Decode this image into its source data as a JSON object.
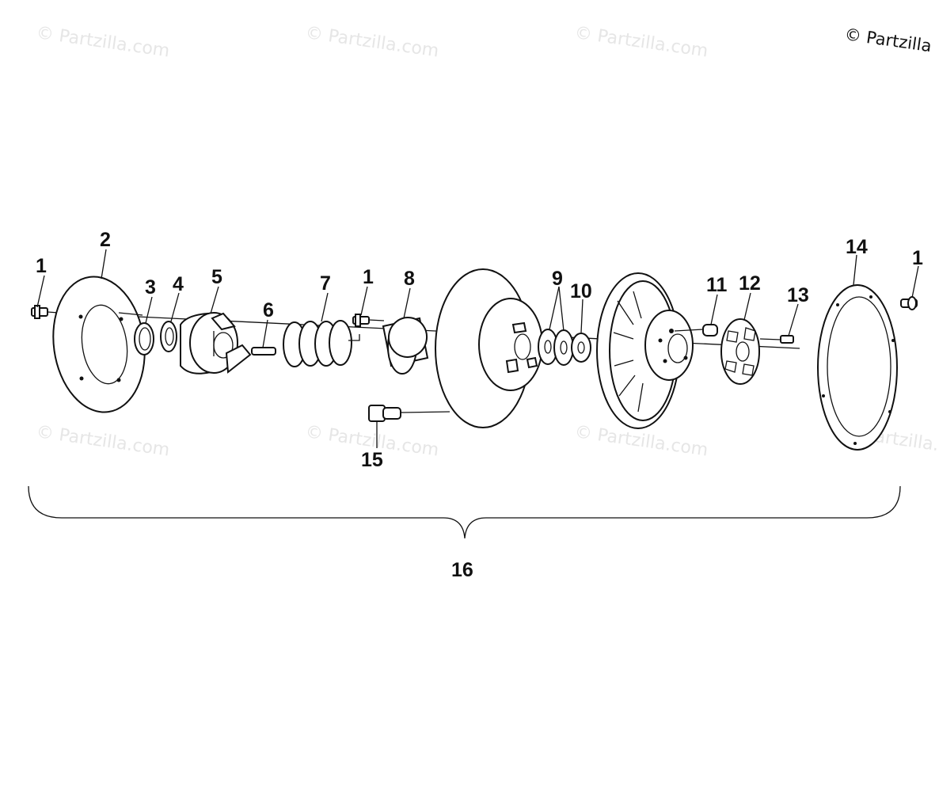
{
  "watermark_text": "© Partzilla.com",
  "copyright_text": "© Partzilla",
  "colors": {
    "ink": "#111111",
    "watermark": "#e6e6e6",
    "background": "#ffffff"
  },
  "callouts": {
    "c1a": "1",
    "c2": "2",
    "c3": "3",
    "c4": "4",
    "c5": "5",
    "c6": "6",
    "c7": "7",
    "c1b": "1",
    "c8": "8",
    "c9": "9",
    "c10": "10",
    "c11": "11",
    "c12": "12",
    "c13": "13",
    "c14": "14",
    "c1c": "1",
    "c15": "15",
    "c16": "16"
  }
}
